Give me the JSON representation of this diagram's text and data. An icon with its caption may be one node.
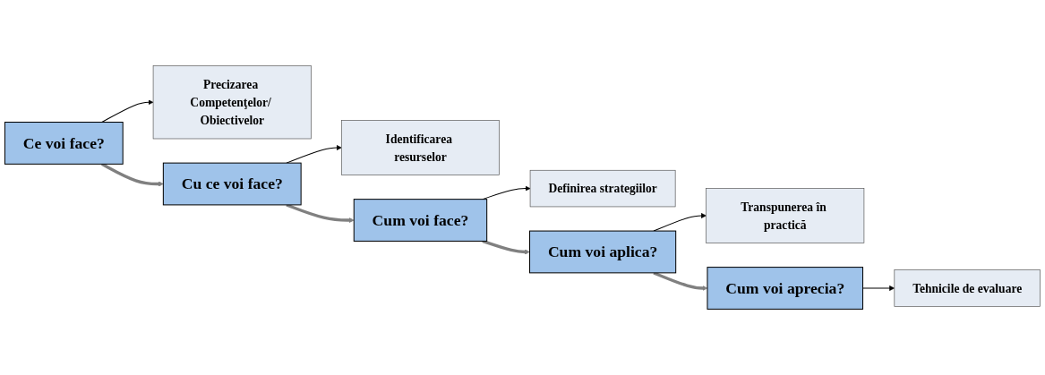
{
  "diagram": {
    "nodes": [
      {
        "text": [
          "Precizarea Competenţelor/ Obiectivelor"
        ]
      },
      {
        "text": [
          "Identificarea resurselor"
        ]
      },
      {
        "text": [
          "Definirea strategiilor"
        ]
      },
      {
        "text": [
          "Transpunerea în practică"
        ]
      },
      {
        "text": [
          "Tehnicile de evaluare"
        ]
      },
      {
        "text": [
          "Ce voi face?"
        ]
      },
      {
        "text": [
          "Cu ce voi face?"
        ]
      },
      {
        "text": [
          "Cum voi face?"
        ]
      },
      {
        "text": [
          "Cum voi aplica?"
        ]
      },
      {
        "text": [
          "Cum voi aprecia?"
        ]
      }
    ],
    "edges": [
      {
        "from": 5,
        "to": 0,
        "arrow": "to"
      },
      {
        "from": 6,
        "to": 1,
        "arrow": "to"
      },
      {
        "from": 7,
        "to": 2,
        "arrow": "to"
      },
      {
        "from": 8,
        "to": 3,
        "arrow": "to"
      },
      {
        "from": 9,
        "to": 4,
        "arrow": "to"
      },
      {
        "from": 5,
        "to": 6,
        "arrow": "to",
        "style": "thick",
        "color": "#808080"
      },
      {
        "from": 6,
        "to": 7,
        "arrow": "to",
        "style": "thick",
        "color": "#808080"
      },
      {
        "from": 7,
        "to": 8,
        "arrow": "to",
        "style": "thick",
        "color": "#808080"
      },
      {
        "from": 8,
        "to": 9,
        "arrow": "to",
        "style": "thick",
        "color": "#808080"
      }
    ]
  }
}
